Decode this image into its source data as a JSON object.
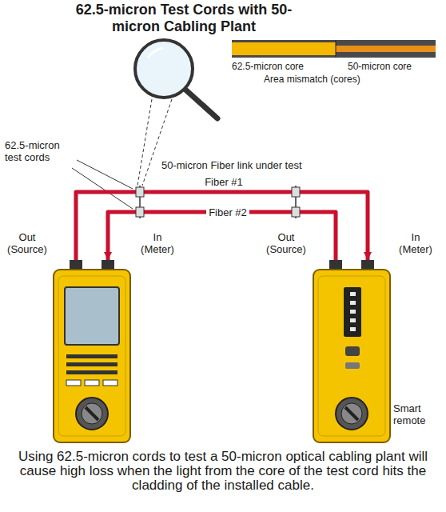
{
  "diagram": {
    "title": "62.5-micron Test Cords with 50-micron Cabling Plant",
    "caption": "Using 62.5-micron cords to test a 50-micron optical cabling plant will cause high loss when the light from the core of the test cord hits the cladding of the installed cable.",
    "nodes": [
      {
        "text": [
          "Out (Source)",
          "In (Meter)"
        ]
      },
      {
        "text": [
          "Out (Source)",
          "In (Meter)",
          "Smart remote"
        ]
      }
    ],
    "edges": [
      {
        "from": 0,
        "to": 1,
        "arrow": "to",
        "label": "Fiber #1"
      },
      {
        "from": 1,
        "to": 0,
        "arrow": "to",
        "label": "Fiber #2"
      }
    ],
    "labels": [
      "62.5-micron core",
      "50-micron core",
      "Area mismatch (cores)",
      "62.5-micron test cords",
      "50-micron Fiber link under test"
    ]
  }
}
